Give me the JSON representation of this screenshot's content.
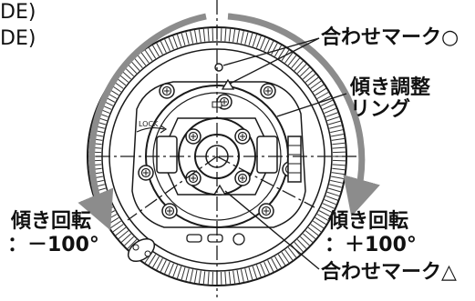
{
  "top_left_lines": [
    "DE)",
    "DE)"
  ],
  "labels": {
    "align_mark_circle": "合わせマーク○",
    "tilt_ring_line1": "傾き調整",
    "tilt_ring_line2": "リング",
    "tilt_left_line1": "傾き回転",
    "tilt_left_line2": "：－100°",
    "tilt_right_line1": "傾き回転",
    "tilt_right_line2": "：＋100°",
    "align_mark_triangle": "合わせマーク△",
    "lock_text": "LOCK"
  },
  "colors": {
    "arrow_gray": "#8c8c8c",
    "line": "#1a1a1a",
    "background": "#ffffff"
  }
}
